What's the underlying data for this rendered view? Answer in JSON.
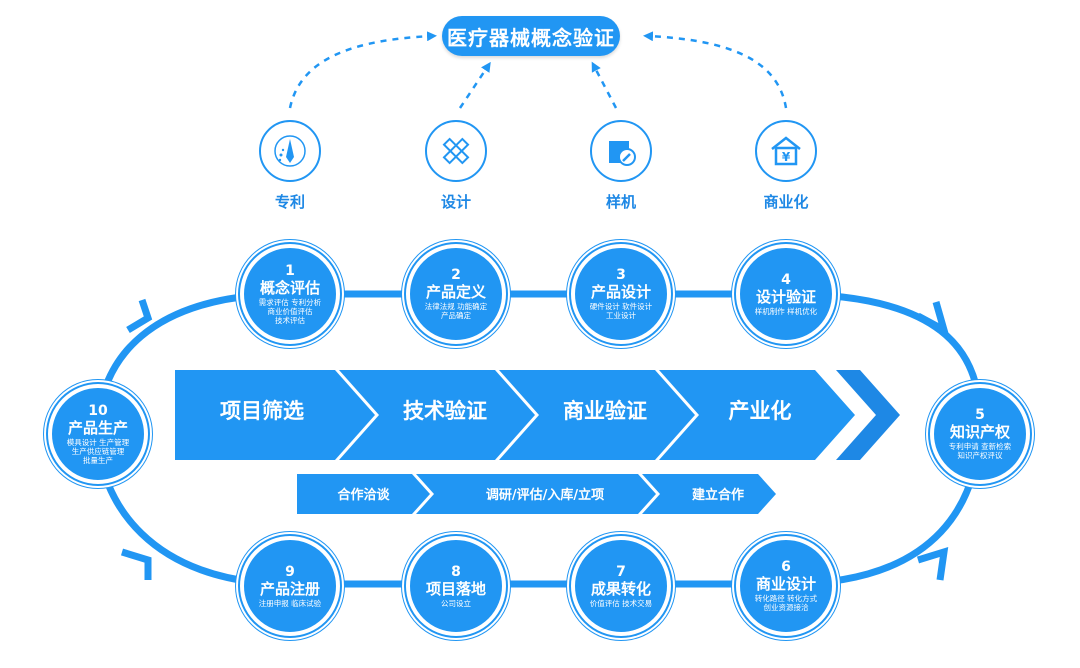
{
  "top_title": "医疗器械概念验证",
  "icons": [
    {
      "name": "patent",
      "label": "专利",
      "icon": "patent-pen-icon"
    },
    {
      "name": "design",
      "label": "设计",
      "icon": "ruler-pencil-icon"
    },
    {
      "name": "prototype",
      "label": "样机",
      "icon": "box-wrench-icon"
    },
    {
      "name": "commercialization",
      "label": "商业化",
      "icon": "house-yen-icon"
    }
  ],
  "stages": [
    {
      "num": "1",
      "title": "概念评估",
      "desc": [
        "需求评估  专利分析",
        "商业价值评估",
        "技术评估"
      ]
    },
    {
      "num": "2",
      "title": "产品定义",
      "desc": [
        "法律法规  功能确定",
        "产品确定"
      ]
    },
    {
      "num": "3",
      "title": "产品设计",
      "desc": [
        "硬件设计  软件设计",
        "工业设计"
      ]
    },
    {
      "num": "4",
      "title": "设计验证",
      "desc": [
        "样机制作  样机优化"
      ]
    },
    {
      "num": "5",
      "title": "知识产权",
      "desc": [
        "专利申请  查新检索",
        "知识产权评议"
      ]
    },
    {
      "num": "6",
      "title": "商业设计",
      "desc": [
        "转化路径  转化方式",
        "创业资源接洽"
      ]
    },
    {
      "num": "7",
      "title": "成果转化",
      "desc": [
        "价值评估  技术交易"
      ]
    },
    {
      "num": "8",
      "title": "项目落地",
      "desc": [
        "公司设立"
      ]
    },
    {
      "num": "9",
      "title": "产品注册",
      "desc": [
        "注册申报  临床试验"
      ]
    },
    {
      "num": "10",
      "title": "产品生产",
      "desc": [
        "模具设计  生产管理",
        "生产供应链管理",
        "批量生产"
      ]
    }
  ],
  "main_flow": [
    "项目筛选",
    "技术验证",
    "商业验证",
    "产业化"
  ],
  "sub_flow": [
    "合作洽谈",
    "调研/评估/入库/立项",
    "建立合作"
  ],
  "colors": {
    "primary": "#2196f3",
    "arrow_dark": "#1e88e5",
    "chevron_light": "#42a5f5",
    "white": "#ffffff"
  }
}
